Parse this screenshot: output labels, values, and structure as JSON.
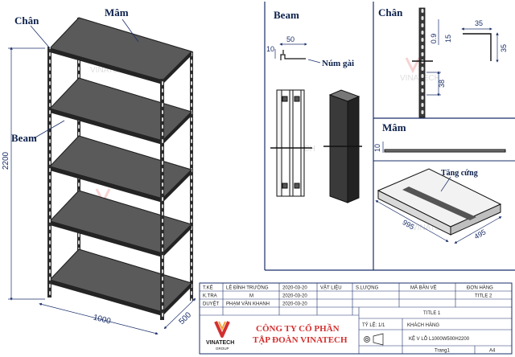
{
  "labels": {
    "chan": "Chân",
    "mam": "Mâm",
    "beam": "Beam",
    "num_gai": "Núm gài",
    "tang_cung": "Tăng cứng"
  },
  "dimensions": {
    "height": "2200",
    "length": "1000",
    "depth": "500",
    "beam_50": "50",
    "beam_10": "10",
    "chan_35a": "35",
    "chan_35b": "35",
    "chan_0_9": "0.9",
    "chan_15": "15",
    "chan_38": "38",
    "mam_10": "10",
    "mam_995": "995",
    "mam_495": "495"
  },
  "watermark": {
    "brand": "VINATECH",
    "sub": "GROUP"
  },
  "title_block": {
    "row1": {
      "c1": "T.KẾ",
      "c2": "LÊ ĐÌNH TRƯỜNG",
      "c3": "2020-03-20",
      "c4": "VẬT LIỆU",
      "c5": "S.LƯỢNG",
      "c6": "MÃ BẢN VẼ",
      "c7": "ĐƠN HÀNG"
    },
    "row2": {
      "c1": "K.TRA",
      "c2": "M",
      "c3": "2020-03-20",
      "c7": "TITLE 2"
    },
    "row3": {
      "c1": "DUYỆT",
      "c2": "PHẠM VĂN KHANH",
      "c3": "2020-03-20",
      "c6": "TITLE 1"
    },
    "scale_label": "TỶ LỆ: 1/1",
    "customer_label": "KHÁCH HÀNG",
    "company_line1": "CÔNG TY CỔ PHẦN",
    "company_line2": "TẬP ĐOÀN VINATECH",
    "logo_text": "VINATECH",
    "logo_sub": "GROUP",
    "drawing_name": "KỆ V LỖ L1000W500H2200",
    "sheet": "Trang1",
    "paper": "A4"
  }
}
